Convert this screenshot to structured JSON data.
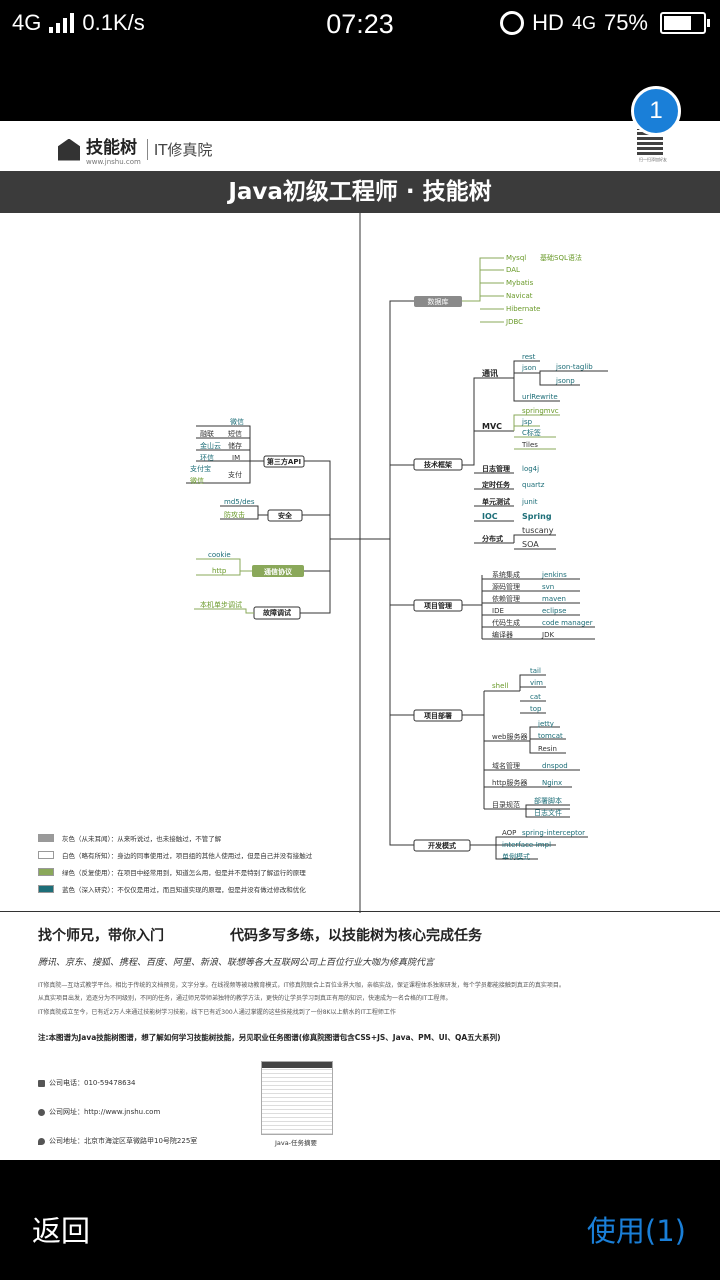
{
  "status_bar": {
    "network": "4G",
    "speed": "0.1K/s",
    "time": "07:23",
    "hd": "HD",
    "network_right": "4G",
    "battery": "75%",
    "battery_level": 0.75
  },
  "badge": {
    "count": "1"
  },
  "image": {
    "brand": "技能树",
    "brand_sub": "www.jnshu.com",
    "brand_partner": "IT修真院",
    "title": "Java初级工程师 · 技能树",
    "qr_caption": "扫一扫添加好友",
    "mindmap": {
      "right": {
        "database": {
          "label": "数据库",
          "items": [
            "Mysql",
            "DAL",
            "Mybatis",
            "Navicat",
            "Hibernate",
            "JDBC"
          ],
          "mysql_note": "基础SQL语法"
        },
        "framework": {
          "label": "技术框架",
          "comm": {
            "label": "通讯",
            "rest": "rest",
            "json": "json",
            "json_taglib": "json-taglib",
            "jsonp": "jsonp",
            "urlrewrite": "urlRewrite"
          },
          "mvc": {
            "label": "MVC",
            "items": [
              "springmvc",
              "jsp",
              "C标签",
              "Tiles"
            ]
          },
          "log": {
            "label": "日志管理",
            "value": "log4j"
          },
          "timer": {
            "label": "定时任务",
            "value": "quartz"
          },
          "unit": {
            "label": "单元测试",
            "value": "junit"
          },
          "ioc": {
            "label": "IOC",
            "value": "Spring"
          },
          "dist": {
            "label": "分布式",
            "items": [
              "tuscany",
              "SOA"
            ]
          }
        },
        "project": {
          "label": "项目管理",
          "rows": [
            {
              "k": "系统集成",
              "v": "jenkins"
            },
            {
              "k": "源码管理",
              "v": "svn"
            },
            {
              "k": "依赖管理",
              "v": "maven"
            },
            {
              "k": "IDE",
              "v": "eclipse"
            },
            {
              "k": "代码生成",
              "v": "code manager"
            },
            {
              "k": "编译器",
              "v": "JDK"
            }
          ]
        },
        "deploy": {
          "label": "项目部署",
          "shell": "shell",
          "shell_items": [
            "tail",
            "vim",
            "cat",
            "top"
          ],
          "web": "web服务器",
          "web_items": [
            "jetty",
            "tomcat",
            "Resin"
          ],
          "domain": "域名管理",
          "domain_value": "dnspod",
          "http": "http服务器",
          "http_value": "Nginx",
          "dir": "目录规范",
          "dir_items": [
            "部署脚本",
            "日志文件"
          ]
        },
        "dev": {
          "label": "开发模式",
          "aop": "AOP",
          "aop_value": "spring-interceptor",
          "iface": "interface-Impl",
          "singleton": "单例模式"
        }
      },
      "left": {
        "api": {
          "label": "第三方API",
          "items": [
            "微信",
            "短信",
            "储存",
            "IM",
            "支付"
          ],
          "providers": [
            "融联",
            "金山云",
            "环信",
            "支付宝",
            "微信"
          ]
        },
        "security": {
          "label": "安全",
          "items": [
            "md5/des",
            "防攻击"
          ]
        },
        "protocol": {
          "label": "通信协议",
          "items": [
            "cookie",
            "http"
          ]
        },
        "debug": {
          "label": "故障调试",
          "items": [
            "本机单步调试"
          ]
        }
      }
    },
    "legend": [
      {
        "color": "#9a9a9a",
        "text": "灰色（从未耳闻）：从来听说过，也未接触过，不管了解"
      },
      {
        "color": "#ffffff",
        "text": "白色（略有所知）：身边的同事使用过，项目组的其他人使用过，但是自己并没有接触过"
      },
      {
        "color": "#8aa85a",
        "text": "绿色（反复使用）：在项目中经常用到，知道怎么用，但是并不是特别了解运行的原理"
      },
      {
        "color": "#1d6e78",
        "text": "蓝色（深入研究）：不仅仅是用过，而且知道实现的原理，但是并没有做过修改和优化"
      }
    ],
    "promo": {
      "heading1": "找个师兄，带你入门",
      "heading2": "代码多写多练，以技能树为核心完成任务",
      "sub": "腾讯、京东、搜狐、携程、百度、阿里、新浪、联想等各大互联网公司上百位行业大咖为修真院代言",
      "para1": "IT修真院—互动式教学平台。相比于传统的文档预览，文字分享。在线视频等被动教育模式，IT修真院联合上百位业界大咖，亲临实战，保证课程体系独家研发，每个学员都能接触到真正的真实项目。",
      "para2": "从真实项目出发，追逐分为不同级别，不同的任务，通过师兄带师弟独特的教学方法，更快的让学员学习到真正有用的知识，快速成为一名合格的IT工程师。",
      "para3": "IT修真院成立至今，已有近2万人来通过技能树学习技能，线下已有近300人通过掌握的这些技能找到了一份8K以上薪水的IT工程师工作",
      "note": "注:本图谱为Java技能树图谱，想了解如何学习技能树技能，另见职业任务图谱(修真院图谱包含CSS+JS、Java、PM、UI、QA五大系列)",
      "phone": "公司电话：010-59478634",
      "site": "公司网址：http://www.jnshu.com",
      "address": "公司地址：北京市海淀区草微路甲10号院225室",
      "thumb_caption": "Java-任务摘要"
    }
  },
  "bottom_bar": {
    "back_label": "返回",
    "use_label": "使用(1)"
  },
  "colors": {
    "accent": "#1a7fd8",
    "header": "#3b3b3b",
    "green": "#8aa85a",
    "teal": "#1d6e78"
  }
}
